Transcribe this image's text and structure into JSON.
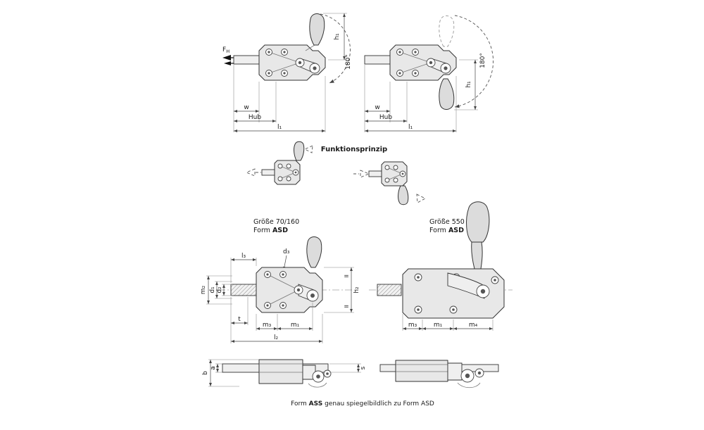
{
  "colors": {
    "line": "#333333",
    "dim_line": "#444444",
    "plate_fill": "#e8e8e8",
    "knob_fill": "#dcdcdc",
    "background": "#ffffff"
  },
  "sections": {
    "funktionsprinzip": "Funktionsprinzip",
    "size_left": "Größe 70/160",
    "size_right": "Größe 550",
    "form_word": "Form ",
    "form_variant": "ASD"
  },
  "footnote": {
    "pre": "Form ",
    "bold": "ASS",
    "post": " genau spiegelbildlich zu Form ASD"
  },
  "dims": {
    "f_main": "F",
    "f_sub": "H",
    "h1": "h₁",
    "deg180": "180°",
    "w": "w",
    "hub": "Hub",
    "l1": "l₁",
    "l2": "l₂",
    "l3": "l₃",
    "d1": "d₁",
    "d2": "d₂",
    "d3": "d₃",
    "m1": "m₁",
    "m2": "m₂",
    "m3": "m₃",
    "m4": "m₄",
    "h2": "h₂",
    "t": "t",
    "a": "a",
    "b": "b",
    "s": "s",
    "eq": "="
  }
}
